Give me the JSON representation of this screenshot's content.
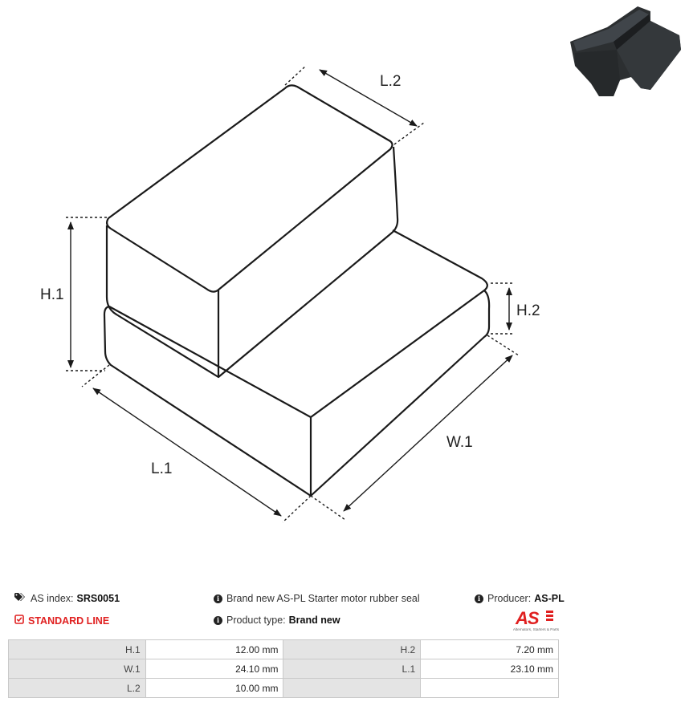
{
  "drawing": {
    "labels": {
      "h1": "H.1",
      "h2": "H.2",
      "l1": "L.1",
      "l2": "L.2",
      "w1": "W.1"
    },
    "line_color": "#1a1a1a"
  },
  "photo": {
    "description_icon": "rubber-seal-photo",
    "color": "#2c2f31"
  },
  "info": {
    "as_index_label": "AS index:",
    "as_index_value": "SRS0051",
    "line_label": "STANDARD LINE",
    "description": "Brand new AS-PL Starter motor rubber seal",
    "product_type_label": "Product type:",
    "product_type_value": "Brand new",
    "producer_label": "Producer:",
    "producer_value": "AS-PL"
  },
  "logo": {
    "text": "AS",
    "tagline": "Alternators, Starters & Parts",
    "color": "#e02020"
  },
  "specs": {
    "rows": [
      [
        {
          "label": "H.1",
          "value": "12.00 mm"
        },
        {
          "label": "H.2",
          "value": "7.20 mm"
        }
      ],
      [
        {
          "label": "W.1",
          "value": "24.10 mm"
        },
        {
          "label": "L.1",
          "value": "23.10 mm"
        }
      ],
      [
        {
          "label": "L.2",
          "value": "10.00 mm"
        },
        {
          "label": "",
          "value": ""
        }
      ]
    ]
  }
}
